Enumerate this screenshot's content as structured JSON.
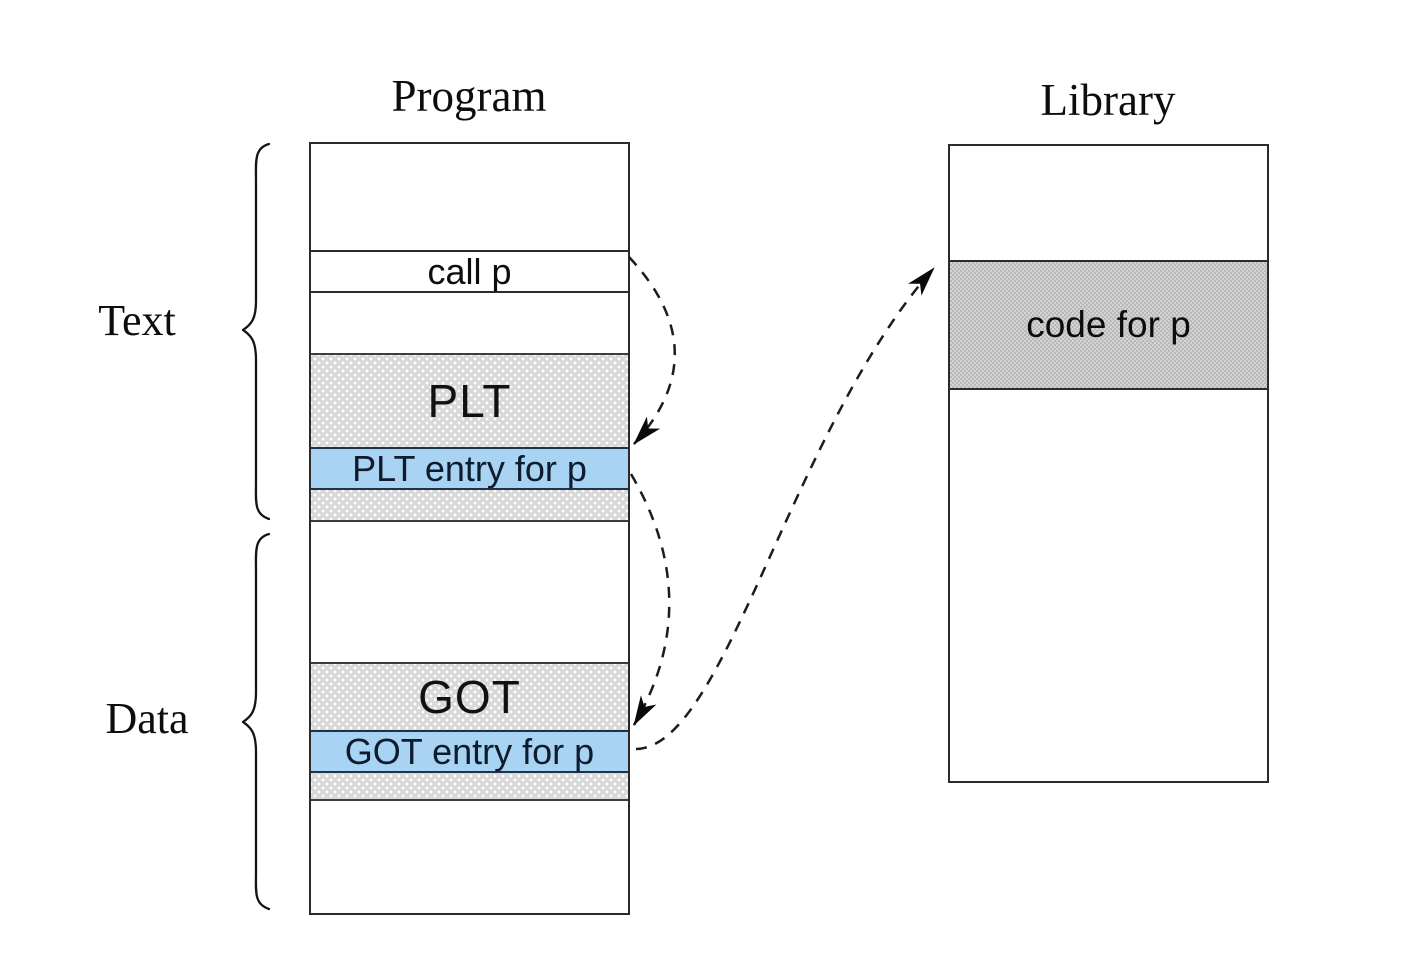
{
  "program": {
    "title": "Program",
    "call_row": "call p",
    "plt_label": "PLT",
    "plt_entry": "PLT entry for p",
    "got_label": "GOT",
    "got_entry": "GOT entry for p"
  },
  "library": {
    "title": "Library",
    "code_block": "code for p"
  },
  "segments": {
    "text_label": "Text",
    "data_label": "Data"
  },
  "colors": {
    "highlight": "#a9d3f2",
    "stipple_gray": "#d8d8d8",
    "code_gray": "#c6c6c6",
    "outline": "#2b2b2b"
  }
}
